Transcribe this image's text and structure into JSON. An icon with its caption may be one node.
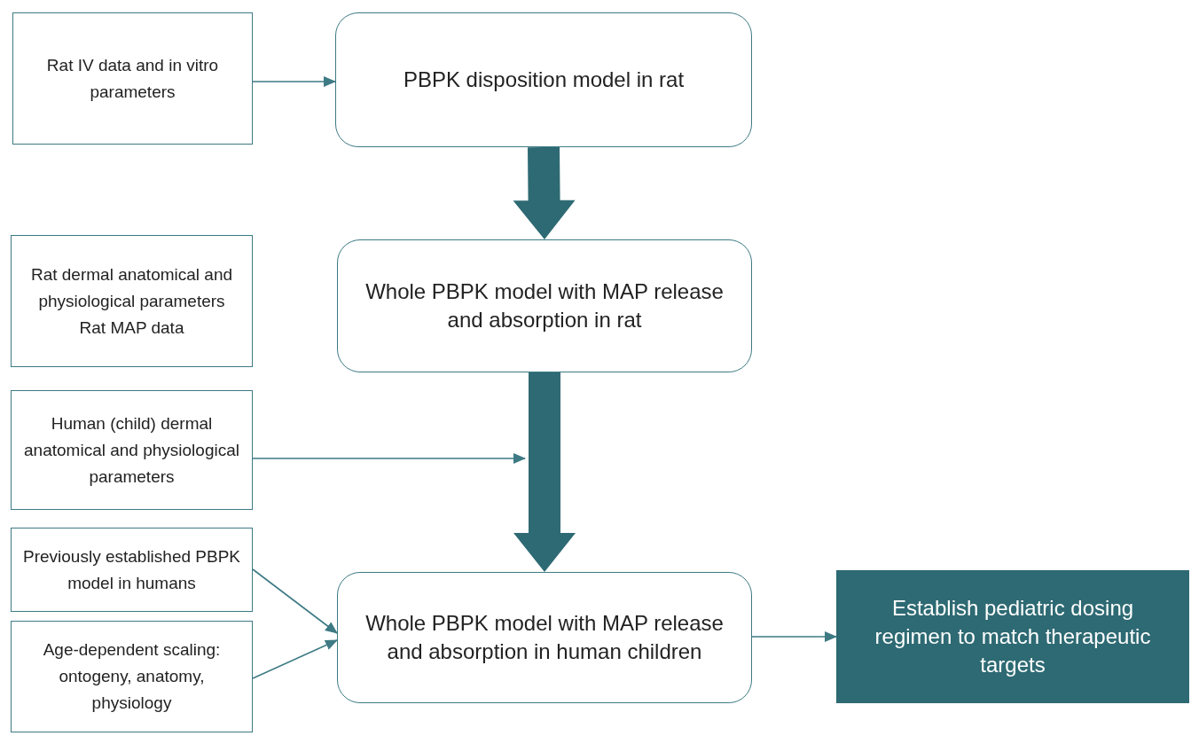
{
  "diagram": {
    "nodes": [
      {
        "text": [
          "Rat IV data and in vitro parameters"
        ]
      },
      {
        "text": [
          "PBPK disposition model in rat"
        ]
      },
      {
        "text": [
          "Rat dermal anatomical and physiological parameters",
          "Rat MAP data"
        ]
      },
      {
        "text": [
          "Whole PBPK model with MAP release and absorption in rat"
        ]
      },
      {
        "text": [
          "Human (child) dermal anatomical and physiological parameters"
        ]
      },
      {
        "text": [
          "Previously established PBPK model in humans"
        ]
      },
      {
        "text": [
          "Age-dependent scaling: ontogeny, anatomy, physiology"
        ]
      },
      {
        "text": [
          "Whole PBPK model with MAP release and absorption in human children"
        ]
      },
      {
        "text": [
          "Establish pediatric dosing regimen to match therapeutic targets"
        ]
      }
    ],
    "edges": [
      {
        "from": 0,
        "to": 1,
        "arrow": "to"
      },
      {
        "from": 1,
        "to": 3,
        "arrow": "to",
        "style": "thick"
      },
      {
        "from": 3,
        "to": 7,
        "arrow": "to",
        "style": "thick"
      },
      {
        "from": 4,
        "to": null,
        "arrow": "to"
      },
      {
        "from": 5,
        "to": 7,
        "arrow": "to"
      },
      {
        "from": 6,
        "to": 7,
        "arrow": "to"
      },
      {
        "from": 7,
        "to": 8,
        "arrow": "to"
      }
    ]
  }
}
